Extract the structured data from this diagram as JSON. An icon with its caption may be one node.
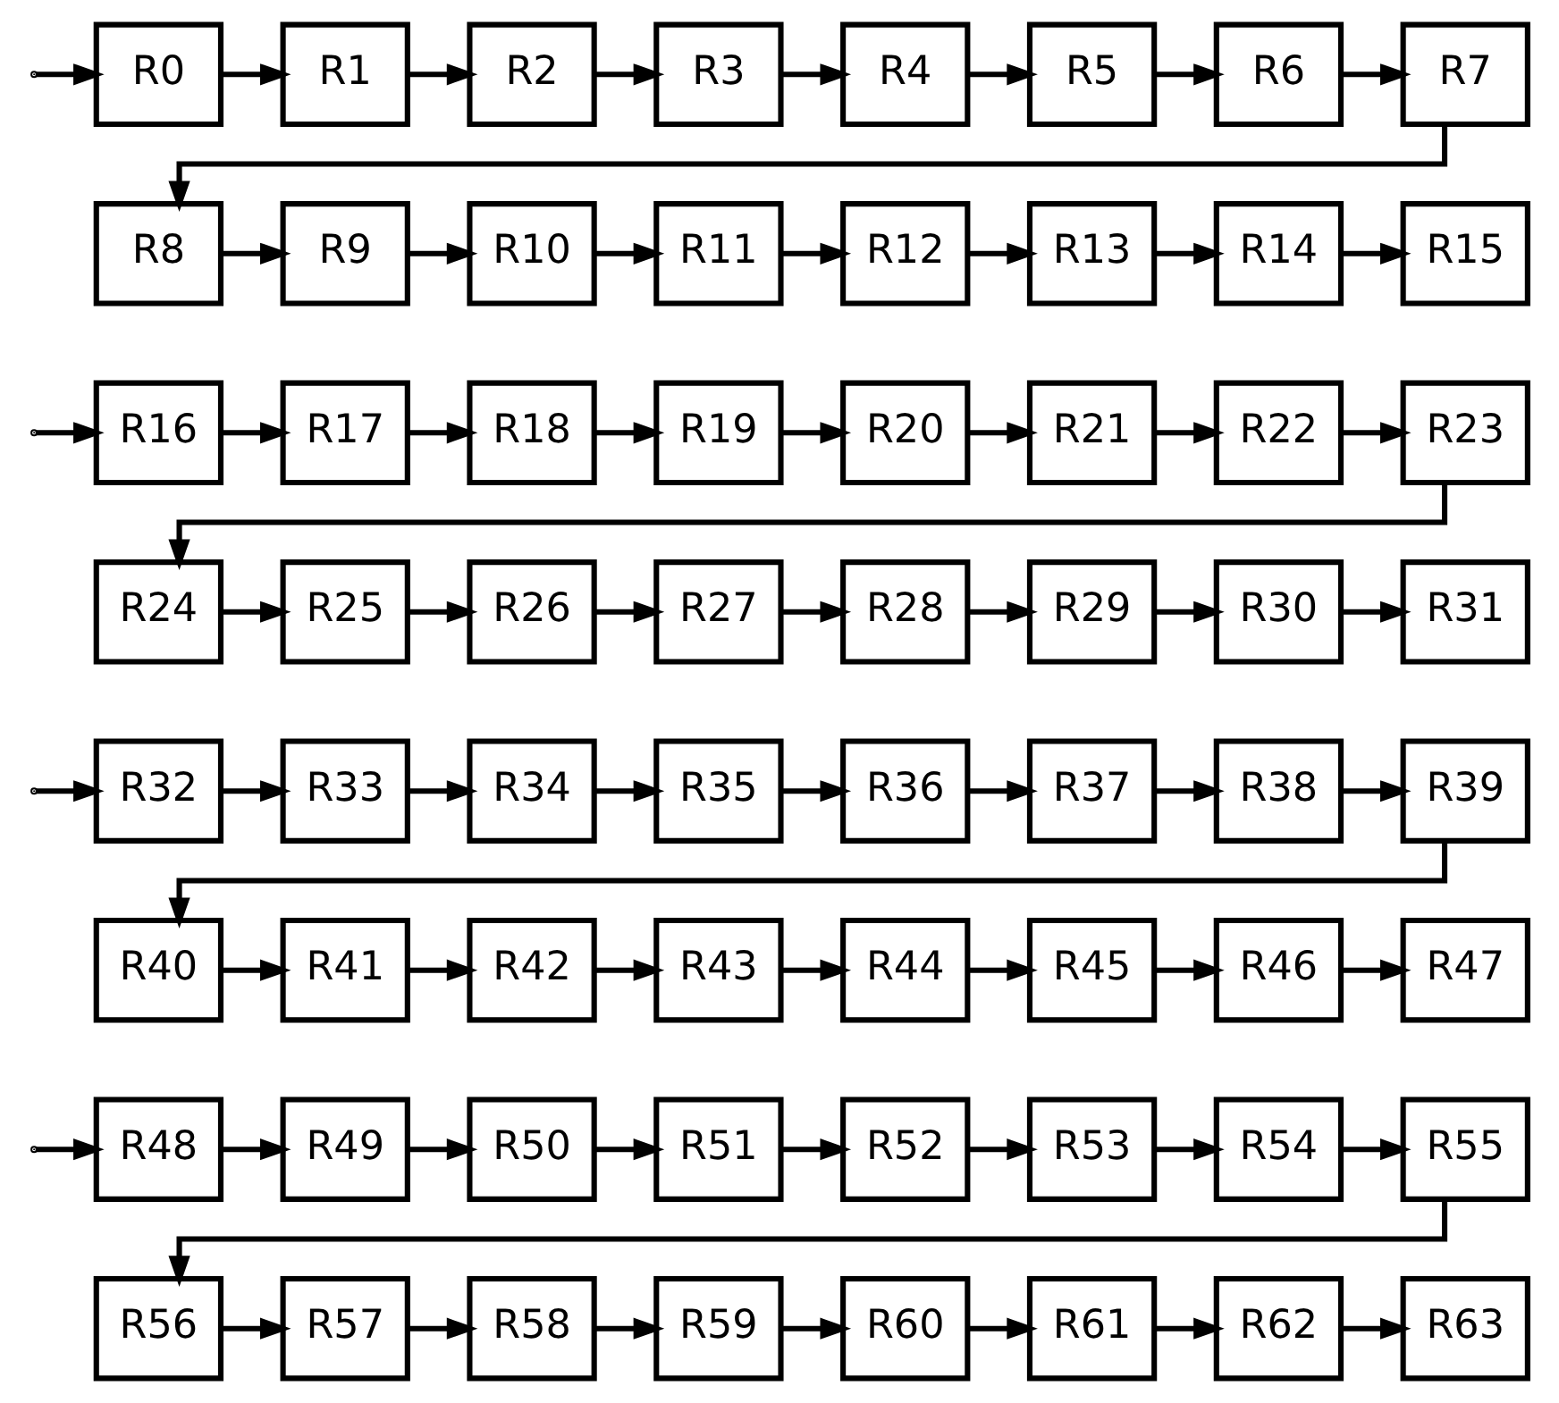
{
  "diagram": {
    "nodes": [
      {
        "text": [
          "R0"
        ]
      },
      {
        "text": [
          "R1"
        ]
      },
      {
        "text": [
          "R2"
        ]
      },
      {
        "text": [
          "R3"
        ]
      },
      {
        "text": [
          "R4"
        ]
      },
      {
        "text": [
          "R5"
        ]
      },
      {
        "text": [
          "R6"
        ]
      },
      {
        "text": [
          "R7"
        ]
      },
      {
        "text": [
          "R8"
        ]
      },
      {
        "text": [
          "R9"
        ]
      },
      {
        "text": [
          "R10"
        ]
      },
      {
        "text": [
          "R11"
        ]
      },
      {
        "text": [
          "R12"
        ]
      },
      {
        "text": [
          "R13"
        ]
      },
      {
        "text": [
          "R14"
        ]
      },
      {
        "text": [
          "R15"
        ]
      },
      {
        "text": [
          "R16"
        ]
      },
      {
        "text": [
          "R17"
        ]
      },
      {
        "text": [
          "R18"
        ]
      },
      {
        "text": [
          "R19"
        ]
      },
      {
        "text": [
          "R20"
        ]
      },
      {
        "text": [
          "R21"
        ]
      },
      {
        "text": [
          "R22"
        ]
      },
      {
        "text": [
          "R23"
        ]
      },
      {
        "text": [
          "R24"
        ]
      },
      {
        "text": [
          "R25"
        ]
      },
      {
        "text": [
          "R26"
        ]
      },
      {
        "text": [
          "R27"
        ]
      },
      {
        "text": [
          "R28"
        ]
      },
      {
        "text": [
          "R29"
        ]
      },
      {
        "text": [
          "R30"
        ]
      },
      {
        "text": [
          "R31"
        ]
      },
      {
        "text": [
          "R32"
        ]
      },
      {
        "text": [
          "R33"
        ]
      },
      {
        "text": [
          "R34"
        ]
      },
      {
        "text": [
          "R35"
        ]
      },
      {
        "text": [
          "R36"
        ]
      },
      {
        "text": [
          "R37"
        ]
      },
      {
        "text": [
          "R38"
        ]
      },
      {
        "text": [
          "R39"
        ]
      },
      {
        "text": [
          "R40"
        ]
      },
      {
        "text": [
          "R41"
        ]
      },
      {
        "text": [
          "R42"
        ]
      },
      {
        "text": [
          "R43"
        ]
      },
      {
        "text": [
          "R44"
        ]
      },
      {
        "text": [
          "R45"
        ]
      },
      {
        "text": [
          "R46"
        ]
      },
      {
        "text": [
          "R47"
        ]
      },
      {
        "text": [
          "R48"
        ]
      },
      {
        "text": [
          "R49"
        ]
      },
      {
        "text": [
          "R50"
        ]
      },
      {
        "text": [
          "R51"
        ]
      },
      {
        "text": [
          "R52"
        ]
      },
      {
        "text": [
          "R53"
        ]
      },
      {
        "text": [
          "R54"
        ]
      },
      {
        "text": [
          "R55"
        ]
      },
      {
        "text": [
          "R56"
        ]
      },
      {
        "text": [
          "R57"
        ]
      },
      {
        "text": [
          "R58"
        ]
      },
      {
        "text": [
          "R59"
        ]
      },
      {
        "text": [
          "R60"
        ]
      },
      {
        "text": [
          "R61"
        ]
      },
      {
        "text": [
          "R62"
        ]
      },
      {
        "text": [
          "R63"
        ]
      }
    ],
    "edges": [
      {
        "from": null,
        "to": 0,
        "arrow": "to"
      },
      {
        "from": 0,
        "to": 1,
        "arrow": "to"
      },
      {
        "from": 1,
        "to": 2,
        "arrow": "to"
      },
      {
        "from": 2,
        "to": 3,
        "arrow": "to"
      },
      {
        "from": 3,
        "to": 4,
        "arrow": "to"
      },
      {
        "from": 4,
        "to": 5,
        "arrow": "to"
      },
      {
        "from": 5,
        "to": 6,
        "arrow": "to"
      },
      {
        "from": 6,
        "to": 7,
        "arrow": "to"
      },
      {
        "from": 7,
        "to": 8,
        "arrow": "to"
      },
      {
        "from": 8,
        "to": 9,
        "arrow": "to"
      },
      {
        "from": 9,
        "to": 10,
        "arrow": "to"
      },
      {
        "from": 10,
        "to": 11,
        "arrow": "to"
      },
      {
        "from": 11,
        "to": 12,
        "arrow": "to"
      },
      {
        "from": 12,
        "to": 13,
        "arrow": "to"
      },
      {
        "from": 13,
        "to": 14,
        "arrow": "to"
      },
      {
        "from": 14,
        "to": 15,
        "arrow": "to"
      },
      {
        "from": null,
        "to": 16,
        "arrow": "to"
      },
      {
        "from": 16,
        "to": 17,
        "arrow": "to"
      },
      {
        "from": 17,
        "to": 18,
        "arrow": "to"
      },
      {
        "from": 18,
        "to": 19,
        "arrow": "to"
      },
      {
        "from": 19,
        "to": 20,
        "arrow": "to"
      },
      {
        "from": 20,
        "to": 21,
        "arrow": "to"
      },
      {
        "from": 21,
        "to": 22,
        "arrow": "to"
      },
      {
        "from": 22,
        "to": 23,
        "arrow": "to"
      },
      {
        "from": 23,
        "to": 24,
        "arrow": "to"
      },
      {
        "from": 24,
        "to": 25,
        "arrow": "to"
      },
      {
        "from": 25,
        "to": 26,
        "arrow": "to"
      },
      {
        "from": 26,
        "to": 27,
        "arrow": "to"
      },
      {
        "from": 27,
        "to": 28,
        "arrow": "to"
      },
      {
        "from": 28,
        "to": 29,
        "arrow": "to"
      },
      {
        "from": 29,
        "to": 30,
        "arrow": "to"
      },
      {
        "from": 30,
        "to": 31,
        "arrow": "to"
      },
      {
        "from": null,
        "to": 32,
        "arrow": "to"
      },
      {
        "from": 32,
        "to": 33,
        "arrow": "to"
      },
      {
        "from": 33,
        "to": 34,
        "arrow": "to"
      },
      {
        "from": 34,
        "to": 35,
        "arrow": "to"
      },
      {
        "from": 35,
        "to": 36,
        "arrow": "to"
      },
      {
        "from": 36,
        "to": 37,
        "arrow": "to"
      },
      {
        "from": 37,
        "to": 38,
        "arrow": "to"
      },
      {
        "from": 38,
        "to": 39,
        "arrow": "to"
      },
      {
        "from": 39,
        "to": 40,
        "arrow": "to"
      },
      {
        "from": 40,
        "to": 41,
        "arrow": "to"
      },
      {
        "from": 41,
        "to": 42,
        "arrow": "to"
      },
      {
        "from": 42,
        "to": 43,
        "arrow": "to"
      },
      {
        "from": 43,
        "to": 44,
        "arrow": "to"
      },
      {
        "from": 44,
        "to": 45,
        "arrow": "to"
      },
      {
        "from": 45,
        "to": 46,
        "arrow": "to"
      },
      {
        "from": 46,
        "to": 47,
        "arrow": "to"
      },
      {
        "from": null,
        "to": 48,
        "arrow": "to"
      },
      {
        "from": 48,
        "to": 49,
        "arrow": "to"
      },
      {
        "from": 49,
        "to": 50,
        "arrow": "to"
      },
      {
        "from": 50,
        "to": 51,
        "arrow": "to"
      },
      {
        "from": 51,
        "to": 52,
        "arrow": "to"
      },
      {
        "from": 52,
        "to": 53,
        "arrow": "to"
      },
      {
        "from": 53,
        "to": 54,
        "arrow": "to"
      },
      {
        "from": 54,
        "to": 55,
        "arrow": "to"
      },
      {
        "from": 55,
        "to": 56,
        "arrow": "to"
      },
      {
        "from": 56,
        "to": 57,
        "arrow": "to"
      },
      {
        "from": 57,
        "to": 58,
        "arrow": "to"
      },
      {
        "from": 58,
        "to": 59,
        "arrow": "to"
      },
      {
        "from": 59,
        "to": 60,
        "arrow": "to"
      },
      {
        "from": 60,
        "to": 61,
        "arrow": "to"
      },
      {
        "from": 61,
        "to": 62,
        "arrow": "to"
      },
      {
        "from": 62,
        "to": 63,
        "arrow": "to"
      }
    ]
  }
}
